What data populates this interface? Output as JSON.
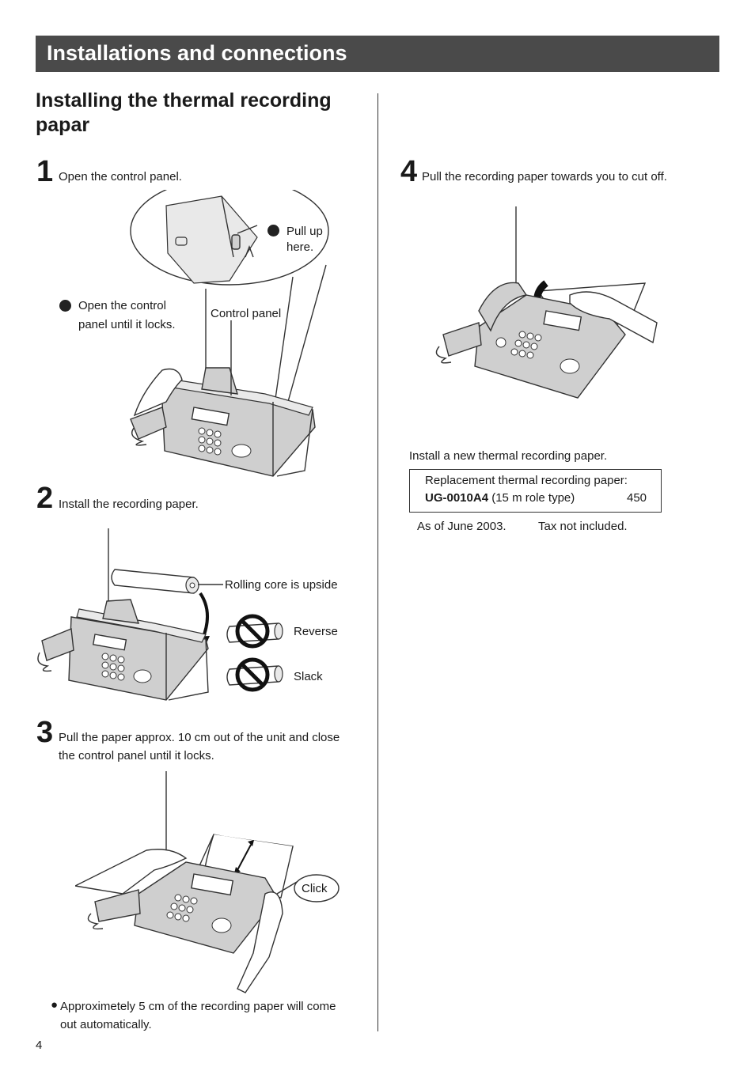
{
  "header": {
    "title": "Installations and connections"
  },
  "section_title": "Installing the thermal recording papar",
  "steps": [
    {
      "num": "1",
      "text": "Open the control panel."
    },
    {
      "num": "2",
      "text": "Install the recording paper."
    },
    {
      "num": "3",
      "text": "Pull the paper approx. 10 cm out of the unit and close the control panel until it locks."
    },
    {
      "num": "4",
      "text": "Pull the recording paper towards you to cut off."
    }
  ],
  "step1": {
    "pull_up": "Pull up here.",
    "open_panel": "Open the control panel until it locks.",
    "control_panel": "Control panel"
  },
  "step2": {
    "rolling_core": "Rolling core is upside",
    "reverse": "Reverse",
    "slack": "Slack"
  },
  "step3": {
    "click": "Click",
    "note": "Approximetely 5 cm of the recording paper will come out automatically."
  },
  "right": {
    "install_new": "Install a new thermal recording paper.",
    "box_title": "Replacement thermal recording paper:",
    "model": "UG-0010A4",
    "model_desc": "(15 m role type)",
    "price": "450",
    "as_of": "As of June 2003.",
    "tax": "Tax not included."
  },
  "page_number": "4"
}
